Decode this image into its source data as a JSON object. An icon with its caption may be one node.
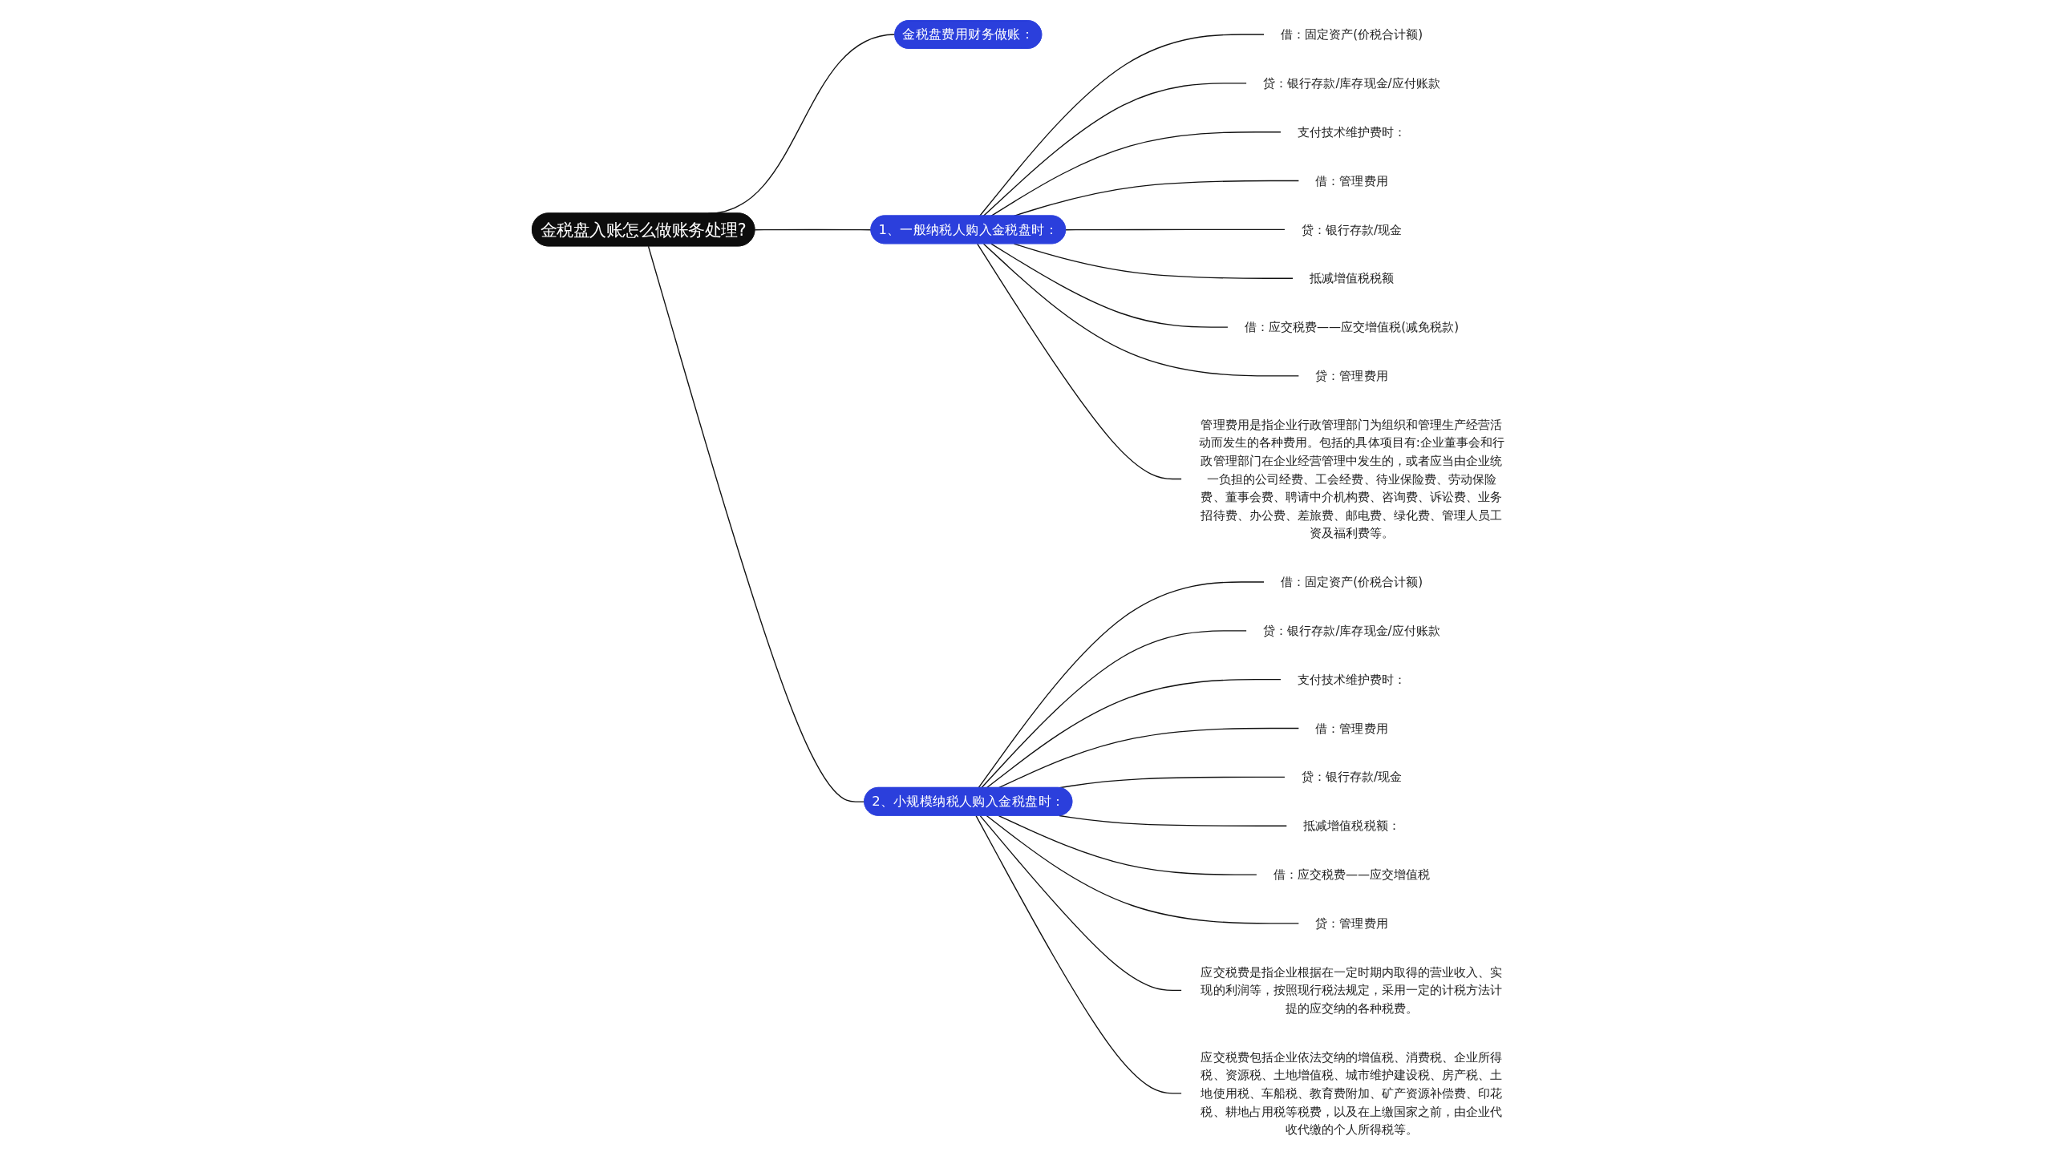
{
  "diagram": {
    "nodes": [
      {
        "text": [
          "金税盘入账怎么做账务处理?"
        ]
      },
      {
        "text": [
          "金税盘费用财务做账："
        ]
      },
      {
        "text": [
          "1、一般纳税人购入金税盘时："
        ]
      },
      {
        "text": [
          "借：固定资产(价税合计额)"
        ]
      },
      {
        "text": [
          "贷：银行存款/库存现金/应付账款"
        ]
      },
      {
        "text": [
          "支付技术维护费时："
        ]
      },
      {
        "text": [
          "借：管理费用"
        ]
      },
      {
        "text": [
          "贷：银行存款/现金"
        ]
      },
      {
        "text": [
          "抵减增值税税额"
        ]
      },
      {
        "text": [
          "借：应交税费——应交增值税(减免税款)"
        ]
      },
      {
        "text": [
          "贷：管理费用"
        ]
      },
      {
        "text": [
          "管理费用是指企业行政管理部门为组织和管理生产经营活动而发生的各种费用。包括的具体项目有:企业董事会和行政管理部门在企业经营管理中发生的，或者应当由企业统一负担的公司经费、工会经费、待业保险费、劳动保险费、董事会费、聘请中介机构费、咨询费、诉讼费、业务招待费、办公费、差旅费、邮电费、绿化费、管理人员工资及福利费等。"
        ]
      },
      {
        "text": [
          "2、小规模纳税人购入金税盘时："
        ]
      },
      {
        "text": [
          "借：固定资产(价税合计额)"
        ]
      },
      {
        "text": [
          "贷：银行存款/库存现金/应付账款"
        ]
      },
      {
        "text": [
          "支付技术维护费时："
        ]
      },
      {
        "text": [
          "借：管理费用"
        ]
      },
      {
        "text": [
          "贷：银行存款/现金"
        ]
      },
      {
        "text": [
          "抵减增值税税额："
        ]
      },
      {
        "text": [
          "借：应交税费——应交增值税"
        ]
      },
      {
        "text": [
          "贷：管理费用"
        ]
      },
      {
        "text": [
          "应交税费是指企业根据在一定时期内取得的营业收入、实现的利润等，按照现行税法规定，采用一定的计税方法计提的应交纳的各种税费。"
        ]
      },
      {
        "text": [
          "应交税费包括企业依法交纳的增值税、消费税、企业所得税、资源税、土地增值税、城市维护建设税、房产税、土地使用税、车船税、教育费附加、矿产资源补偿费、印花税、耕地占用税等税费，以及在上缴国家之前，由企业代收代缴的个人所得税等。"
        ]
      }
    ],
    "edges": [
      {
        "from": 0,
        "to": 1,
        "arrow": "none"
      },
      {
        "from": 0,
        "to": 2,
        "arrow": "none"
      },
      {
        "from": 2,
        "to": 3,
        "arrow": "none"
      },
      {
        "from": 2,
        "to": 4,
        "arrow": "none"
      },
      {
        "from": 2,
        "to": 5,
        "arrow": "none"
      },
      {
        "from": 2,
        "to": 6,
        "arrow": "none"
      },
      {
        "from": 2,
        "to": 7,
        "arrow": "none"
      },
      {
        "from": 2,
        "to": 8,
        "arrow": "none"
      },
      {
        "from": 2,
        "to": 9,
        "arrow": "none"
      },
      {
        "from": 2,
        "to": 10,
        "arrow": "none"
      },
      {
        "from": 2,
        "to": 11,
        "arrow": "none"
      },
      {
        "from": 0,
        "to": 12,
        "arrow": "none"
      },
      {
        "from": 12,
        "to": 13,
        "arrow": "none"
      },
      {
        "from": 12,
        "to": 14,
        "arrow": "none"
      },
      {
        "from": 12,
        "to": 15,
        "arrow": "none"
      },
      {
        "from": 12,
        "to": 16,
        "arrow": "none"
      },
      {
        "from": 12,
        "to": 17,
        "arrow": "none"
      },
      {
        "from": 12,
        "to": 18,
        "arrow": "none"
      },
      {
        "from": 12,
        "to": 19,
        "arrow": "none"
      },
      {
        "from": 12,
        "to": 20,
        "arrow": "none"
      },
      {
        "from": 12,
        "to": 21,
        "arrow": "none"
      },
      {
        "from": 12,
        "to": 22,
        "arrow": "none"
      }
    ]
  }
}
